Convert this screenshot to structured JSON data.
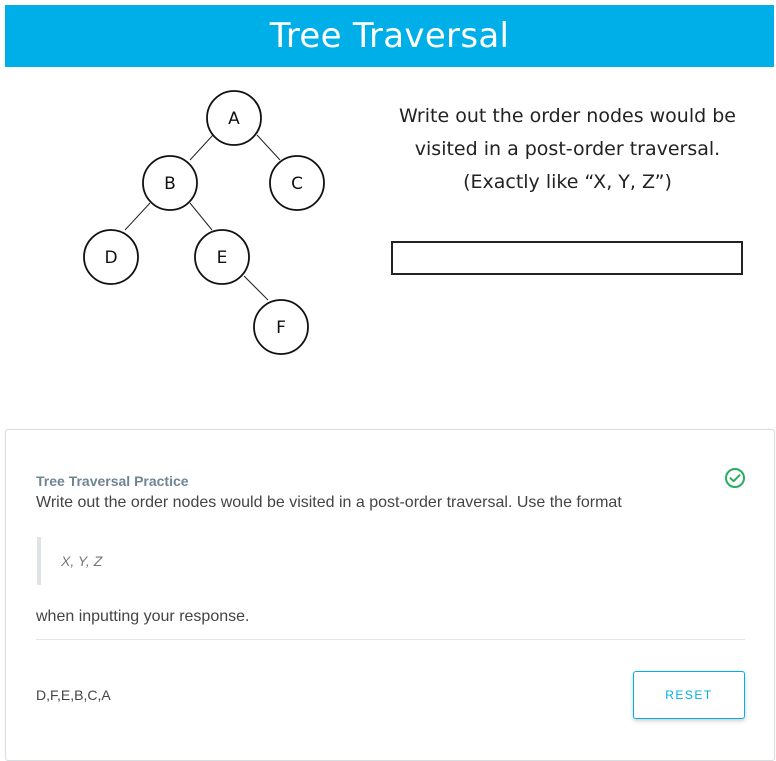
{
  "header": {
    "title": "Tree Traversal"
  },
  "tree": {
    "nodes": [
      {
        "id": "a",
        "label": "A"
      },
      {
        "id": "b",
        "label": "B"
      },
      {
        "id": "c",
        "label": "C"
      },
      {
        "id": "d",
        "label": "D"
      },
      {
        "id": "e",
        "label": "E"
      },
      {
        "id": "f",
        "label": "F"
      }
    ]
  },
  "instructions": {
    "line1": "Write out the order nodes would be",
    "line2": "visited in a post-order traversal.",
    "line3": "(Exactly like “X, Y, Z”)"
  },
  "answer_input": {
    "value": ""
  },
  "panel": {
    "heading": "Tree Traversal Practice",
    "prompt": "Write out the order nodes would be visited in a post-order traversal. Use the format",
    "format_example": "X, Y, Z",
    "prompt_end": "when inputting your response.",
    "response": "D,F,E,B,C,A",
    "reset_label": "RESET",
    "status_icon": "check-circle-icon",
    "status_color": "#27ae60",
    "accent_color": "#00afe8"
  }
}
